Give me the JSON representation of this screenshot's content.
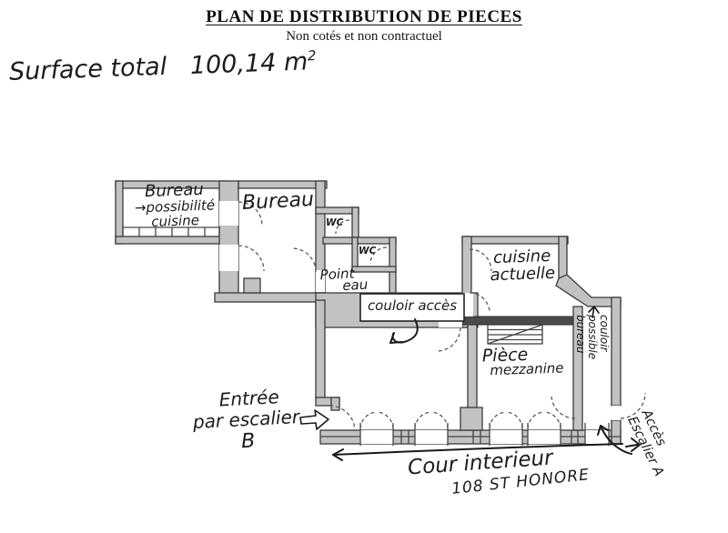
{
  "colors": {
    "paper": "#ffffff",
    "ink": "#1c1c1c",
    "wall_fill": "#c2c2c2",
    "wall_stroke": "#3a3a3a",
    "wall_dark": "#4a4a4a",
    "dash": "#5a5a5a"
  },
  "header": {
    "title": "PLAN DE DISTRIBUTION DE PIECES",
    "subtitle": "Non cotés et non contractuel"
  },
  "surface_note": {
    "label": "Surface total",
    "value": "100,14",
    "unit": "m",
    "exponent": "2"
  },
  "rooms": {
    "bureau_cuisine": {
      "lines": [
        "Bureau",
        "→possibilité",
        "cuisine"
      ]
    },
    "bureau": {
      "label": "Bureau"
    },
    "wc_1": {
      "label": "WC"
    },
    "wc_2": {
      "label": "WC"
    },
    "point_eau": {
      "lines": [
        "Point",
        "eau"
      ]
    },
    "couloir_acces": {
      "label": "couloir accès"
    },
    "cuisine_actuelle": {
      "lines": [
        "cuisine",
        "actuelle"
      ]
    },
    "piece_mezzanine": {
      "lines": [
        "Pièce",
        "mezzanine"
      ]
    },
    "couloir_possible": {
      "lines": [
        "couloir",
        "possible",
        "bureau"
      ]
    }
  },
  "annotations": {
    "entree": {
      "lines": [
        "Entrée",
        "par escalier",
        "B"
      ]
    },
    "cour": {
      "line1": "Cour interieur",
      "line2": "108 ST HONORE"
    },
    "acces_escalier": {
      "lines": [
        "Accès",
        "Escalier A"
      ]
    }
  }
}
